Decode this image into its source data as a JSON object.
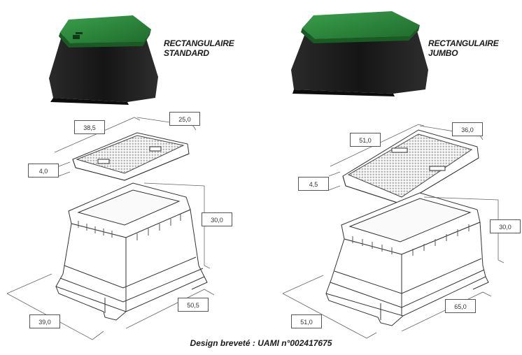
{
  "products": [
    {
      "name_line1": "RECTANGULAIRE",
      "name_line2": "STANDARD",
      "dims": {
        "length": "38,5",
        "width": "25,0",
        "lid_height": "4,0",
        "height": "30,0",
        "base_width": "39,0",
        "base_length": "50,5"
      }
    },
    {
      "name_line1": "RECTANGULAIRE",
      "name_line2": "JUMBO",
      "dims": {
        "length": "51,0",
        "width": "36,0",
        "lid_height": "4,5",
        "height": "30,0",
        "base_width": "51,0",
        "base_length": "65,0"
      }
    }
  ],
  "footer": "Design breveté : UAMI n°002417675",
  "colors": {
    "lid_green": "#2e8a3e",
    "body_black": "#1c1c1c"
  }
}
